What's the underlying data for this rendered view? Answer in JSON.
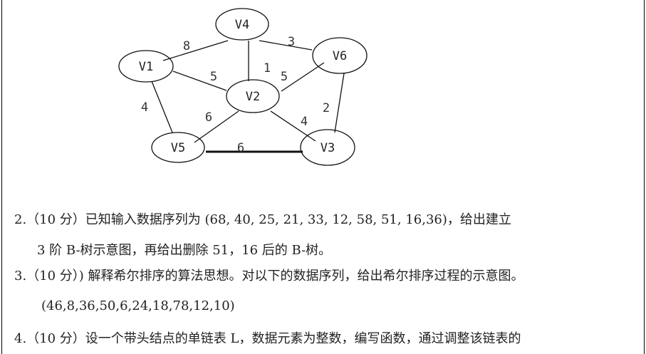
{
  "graph": {
    "nodes": [
      "V1",
      "V2",
      "V3",
      "V4",
      "V5",
      "V6"
    ],
    "edges": [
      {
        "from": "V1",
        "to": "V4",
        "weight": "8"
      },
      {
        "from": "V4",
        "to": "V6",
        "weight": "3"
      },
      {
        "from": "V4",
        "to": "V2",
        "weight": "1"
      },
      {
        "from": "V1",
        "to": "V2",
        "weight": "5"
      },
      {
        "from": "V6",
        "to": "V2",
        "weight": "5"
      },
      {
        "from": "V1",
        "to": "V5",
        "weight": "4"
      },
      {
        "from": "V2",
        "to": "V5",
        "weight": "6"
      },
      {
        "from": "V2",
        "to": "V3",
        "weight": "4"
      },
      {
        "from": "V6",
        "to": "V3",
        "weight": "2"
      },
      {
        "from": "V5",
        "to": "V3",
        "weight": "6",
        "highlighted": true
      }
    ]
  },
  "questions": {
    "q2_line1": "2.（10 分）已知输入数据序列为 (68, 40, 25, 21, 33, 12, 58, 51, 16,36)，给出建立",
    "q2_line2": "3 阶 B-树示意图，再给出删除 51，16 后的 B-树。",
    "q3_line1": "3.（10 分）) 解释希尔排序的算法思想。对以下的数据序列，给出希尔排序过程的示意图。",
    "q3_line2": "(46,8,36,50,6,24,18,78,12,10)",
    "q4_line1": "4.（10 分）设一个带头结点的单链表 L，数据元素为整数，编写函数，通过调整该链表的"
  }
}
